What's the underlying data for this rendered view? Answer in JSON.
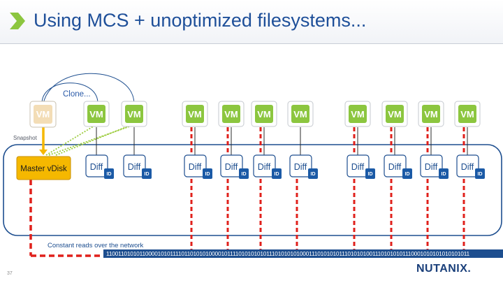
{
  "title": "Using MCS + unoptimized filesystems...",
  "clone_label": "Clone...",
  "snapshot_label": "Snapshot",
  "master_vdisk_label": "Master vDisk",
  "vm_label": "VM",
  "diff_label": "Diff",
  "id_label": "ID",
  "network_label": "Constant reads over the network",
  "bitstream": "110011010101100001010111101101010100001011110101010101110101010100011101010101110101010011101010101110001010101010101011",
  "page_number": "37",
  "logo_text": "NUTANIX.",
  "colors": {
    "title": "#1e4f99",
    "vm_green": "#8cc63f",
    "vm_faded": "#f3ddb6",
    "master_vdisk": "#f5b800",
    "network_red": "#e0201b",
    "container_blue": "#1d4e8f",
    "id_badge": "#1b5aa6"
  },
  "vm_icon": "vm-icon",
  "chevron_icon": "chevron-right-icon"
}
